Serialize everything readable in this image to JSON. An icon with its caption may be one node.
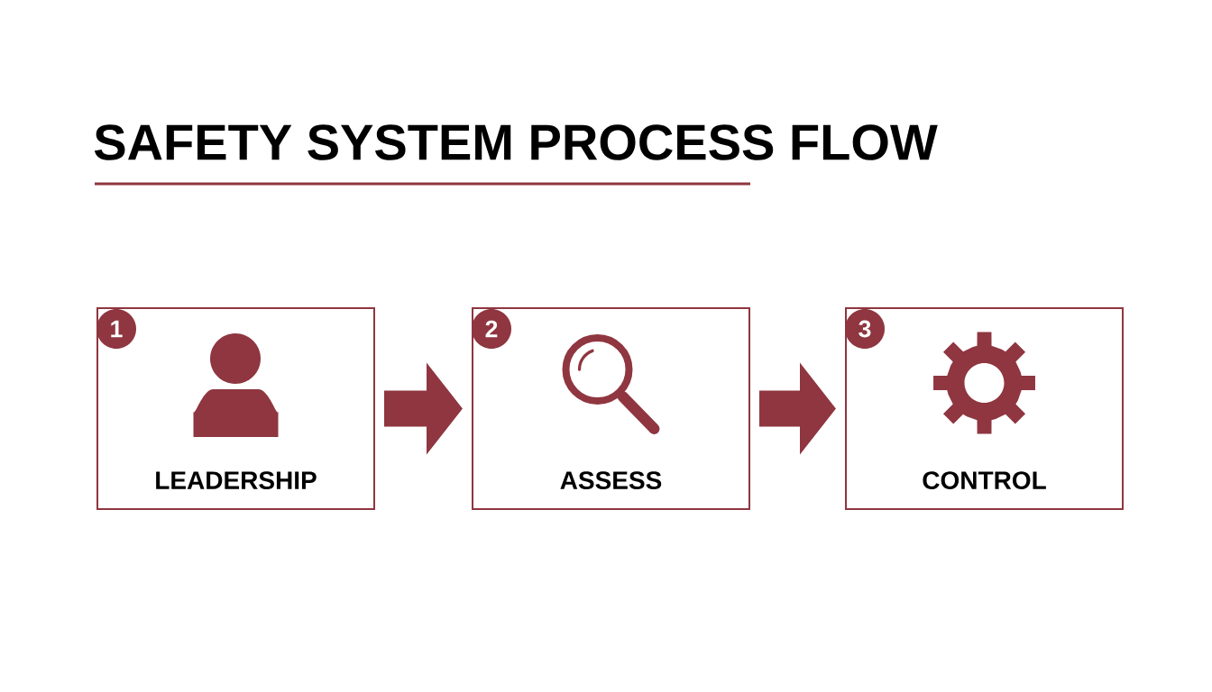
{
  "diagram": {
    "title": "SAFETY SYSTEM PROCESS FLOW",
    "nodes": [
      {
        "text": [
          "LEADERSHIP"
        ]
      },
      {
        "text": [
          "1"
        ],
        "in": 0
      },
      {
        "text": [
          "ASSESS"
        ]
      },
      {
        "text": [
          "2"
        ],
        "in": 2
      },
      {
        "text": [
          "CONTROL"
        ]
      },
      {
        "text": [
          "3"
        ],
        "in": 4
      }
    ],
    "edges": [
      {
        "from": 0,
        "to": 2,
        "arrow": "to"
      },
      {
        "from": 2,
        "to": 4,
        "arrow": "to"
      }
    ]
  }
}
